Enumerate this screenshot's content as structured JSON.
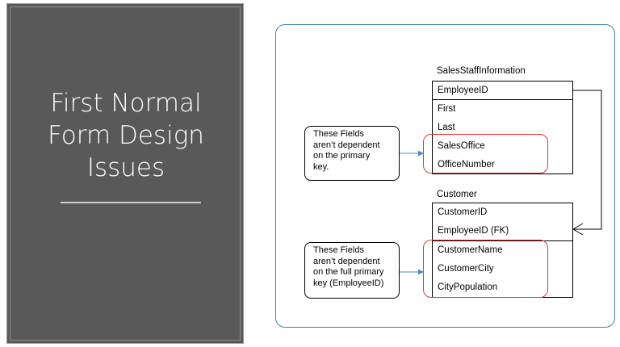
{
  "slide": {
    "title": "First Normal\nForm Design\nIssues"
  },
  "diagram": {
    "sales_table": {
      "name": "SalesStaffInformation",
      "key_field": "EmployeeID",
      "fields": [
        "First",
        "Last",
        "SalesOffice",
        "OfficeNumber"
      ]
    },
    "customer_table": {
      "name": "Customer",
      "key_fields": [
        "CustomerID",
        "EmployeeID (FK)"
      ],
      "fields": [
        "CustomerName",
        "CustomerCity",
        "CityPopulation"
      ]
    },
    "note_top": {
      "lines": [
        "These Fields",
        "aren’t dependent",
        "on the primary",
        "key."
      ]
    },
    "note_bottom": {
      "lines": [
        "These Fields",
        "aren’t dependent",
        "on the full primary",
        "key (EmployeeID)"
      ]
    },
    "colors": {
      "highlight": "#e8343c",
      "arrow": "#4a8ac8",
      "frame": "#3e7fa8",
      "panel": "#595959"
    }
  }
}
